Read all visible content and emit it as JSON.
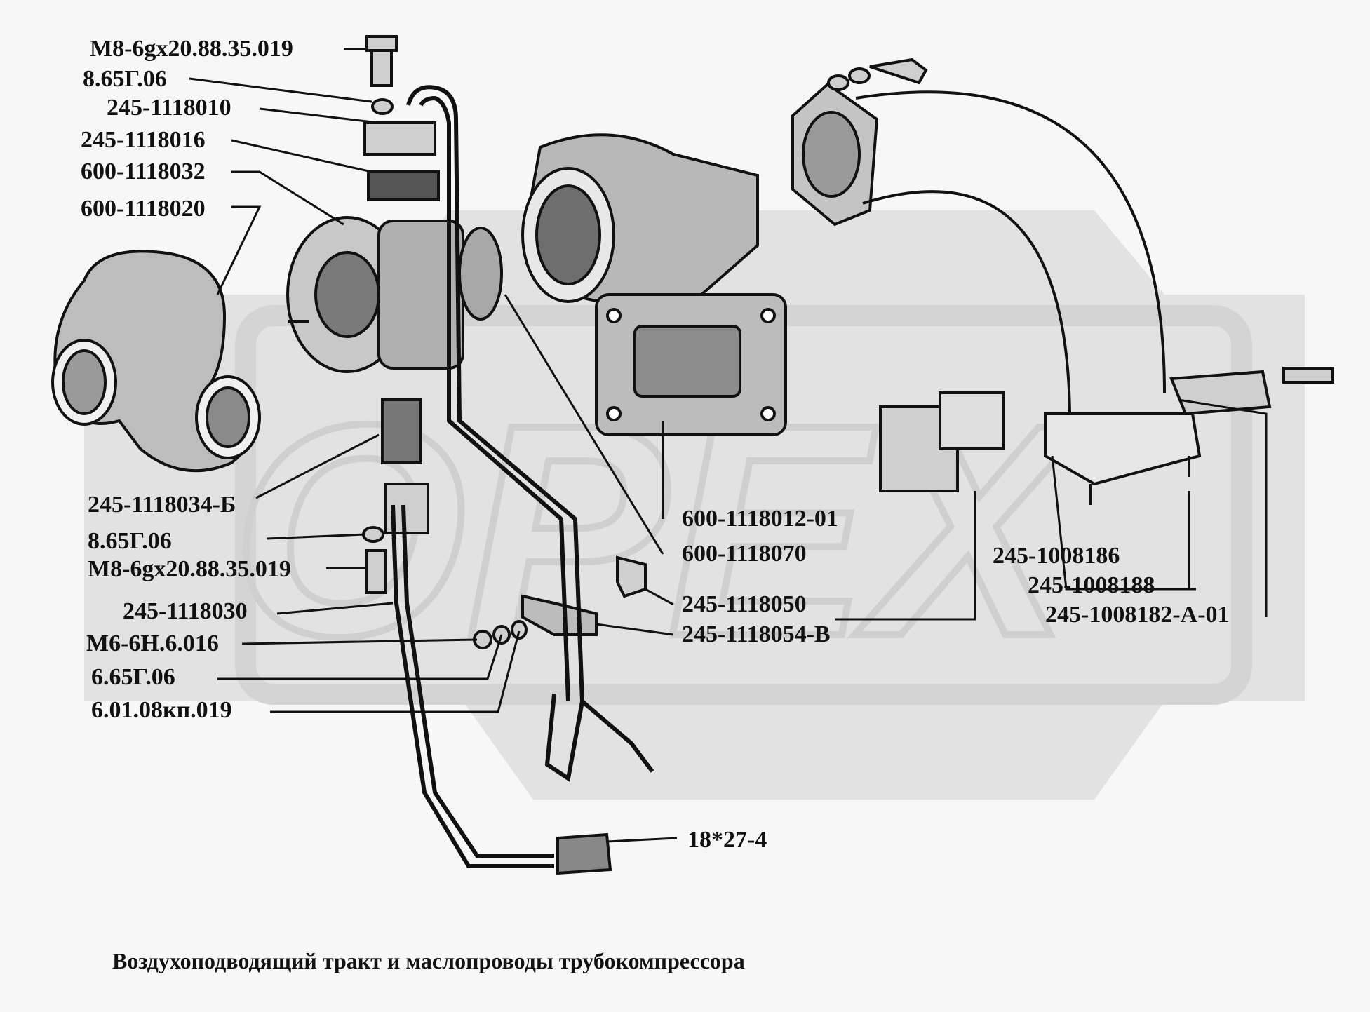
{
  "caption": "Воздухоподводящий тракт и маслопроводы трубокомпрессора",
  "watermark": "OPEX",
  "colors": {
    "line": "#111111",
    "part_fill": "#d8d8d8",
    "part_dark": "#8a8a8a",
    "watermark": "#dcdcdc",
    "background": "#f7f7f7"
  },
  "callouts": [
    {
      "id": "c1",
      "text": "M8-6gx20.88.35.019"
    },
    {
      "id": "c2",
      "text": "8.65Г.06"
    },
    {
      "id": "c3",
      "text": "245-1118010"
    },
    {
      "id": "c4",
      "text": "245-1118016"
    },
    {
      "id": "c5",
      "text": "600-1118032"
    },
    {
      "id": "c6",
      "text": "600-1118020"
    },
    {
      "id": "c7",
      "text": "245-1118034-Б"
    },
    {
      "id": "c8",
      "text": "8.65Г.06"
    },
    {
      "id": "c9",
      "text": "M8-6gx20.88.35.019"
    },
    {
      "id": "c10",
      "text": "245-1118030"
    },
    {
      "id": "c11",
      "text": "M6-6H.6.016"
    },
    {
      "id": "c12",
      "text": "6.65Г.06"
    },
    {
      "id": "c13",
      "text": "6.01.08кп.019"
    },
    {
      "id": "c14",
      "text": "600-1118012-01"
    },
    {
      "id": "c15",
      "text": "600-1118070"
    },
    {
      "id": "c16",
      "text": "245-1118050"
    },
    {
      "id": "c17",
      "text": "245-1118054-В"
    },
    {
      "id": "c18",
      "text": "18*27-4"
    },
    {
      "id": "c19",
      "text": "245-1008186"
    },
    {
      "id": "c20",
      "text": "245-1008188"
    },
    {
      "id": "c21",
      "text": "245-1008182-А-01"
    }
  ]
}
